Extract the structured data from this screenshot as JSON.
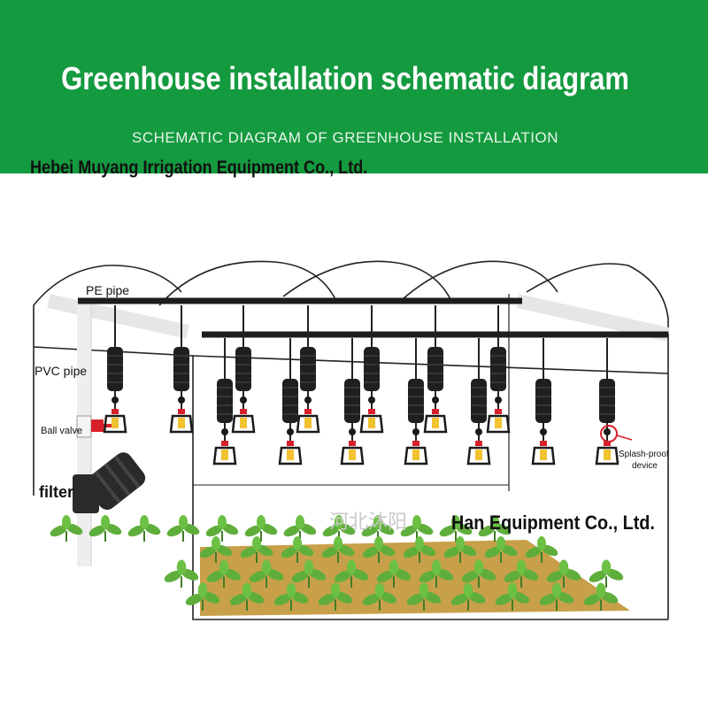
{
  "header": {
    "title": "Greenhouse installation schematic diagram",
    "subtitle": "SCHEMATIC DIAGRAM OF GREENHOUSE INSTALLATION"
  },
  "company_top": "Hebei Muyang Irrigation Equipment Co., Ltd.",
  "company_bottom": "Han Equipment Co., Ltd.",
  "watermark": "河北沐阳",
  "labels": {
    "pe_pipe": "PE pipe",
    "pvc_pipe": "PVC pipe",
    "ball_valve": "Ball valve",
    "filter": "filter",
    "splash_proof_line1": "Splash-proof",
    "splash_proof_line2": "device"
  },
  "colors": {
    "banner_green": "#149a3f",
    "soil": "#c8a04a",
    "plant_green": "#5fae3c",
    "nozzle_yellow": "#f2c230",
    "valve_red": "#d8202a"
  }
}
